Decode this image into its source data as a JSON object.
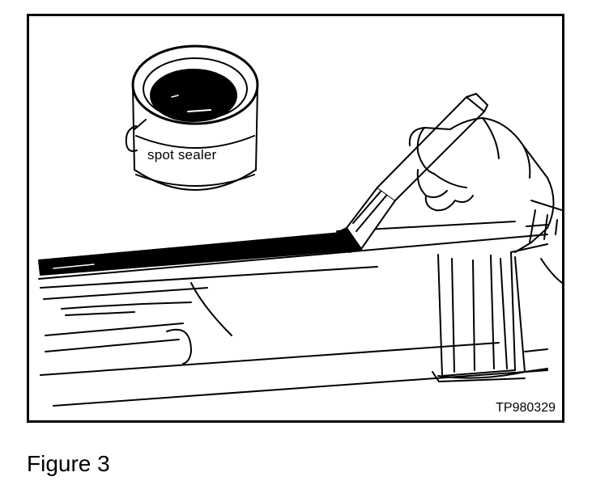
{
  "figure": {
    "can_label": "spot sealer",
    "figure_code": "TP980329",
    "caption": "Figure 3"
  },
  "colors": {
    "ink": "#000000",
    "paper": "#ffffff"
  },
  "icons": [
    "sealer-can-icon",
    "brush-icon",
    "gloved-hand-icon"
  ]
}
